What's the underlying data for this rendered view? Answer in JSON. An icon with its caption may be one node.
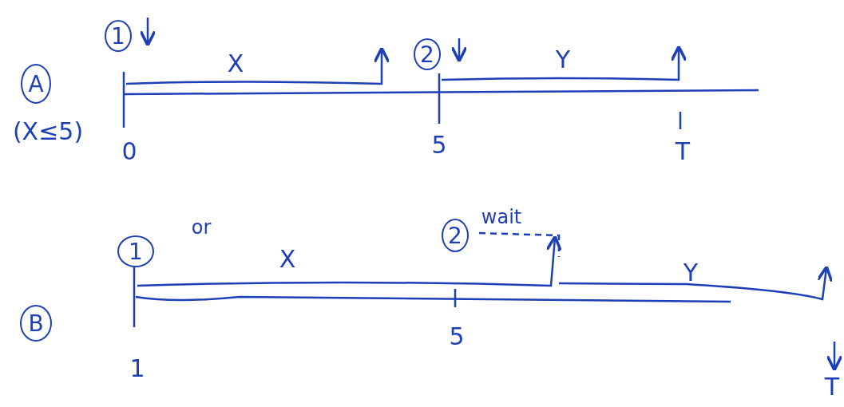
{
  "diagram": {
    "nodes": [
      {
        "text": [
          "A"
        ]
      },
      {
        "text": [
          "1"
        ]
      },
      {
        "text": [
          "2"
        ]
      },
      {
        "text": [
          "B"
        ]
      },
      {
        "text": [
          "1"
        ]
      },
      {
        "text": [
          "2"
        ]
      }
    ],
    "labels": [
      "(X≤5)",
      "X",
      "Y",
      "0",
      "5",
      "T",
      "or",
      "wait",
      "X",
      "Y",
      "1",
      "5",
      "T"
    ]
  }
}
